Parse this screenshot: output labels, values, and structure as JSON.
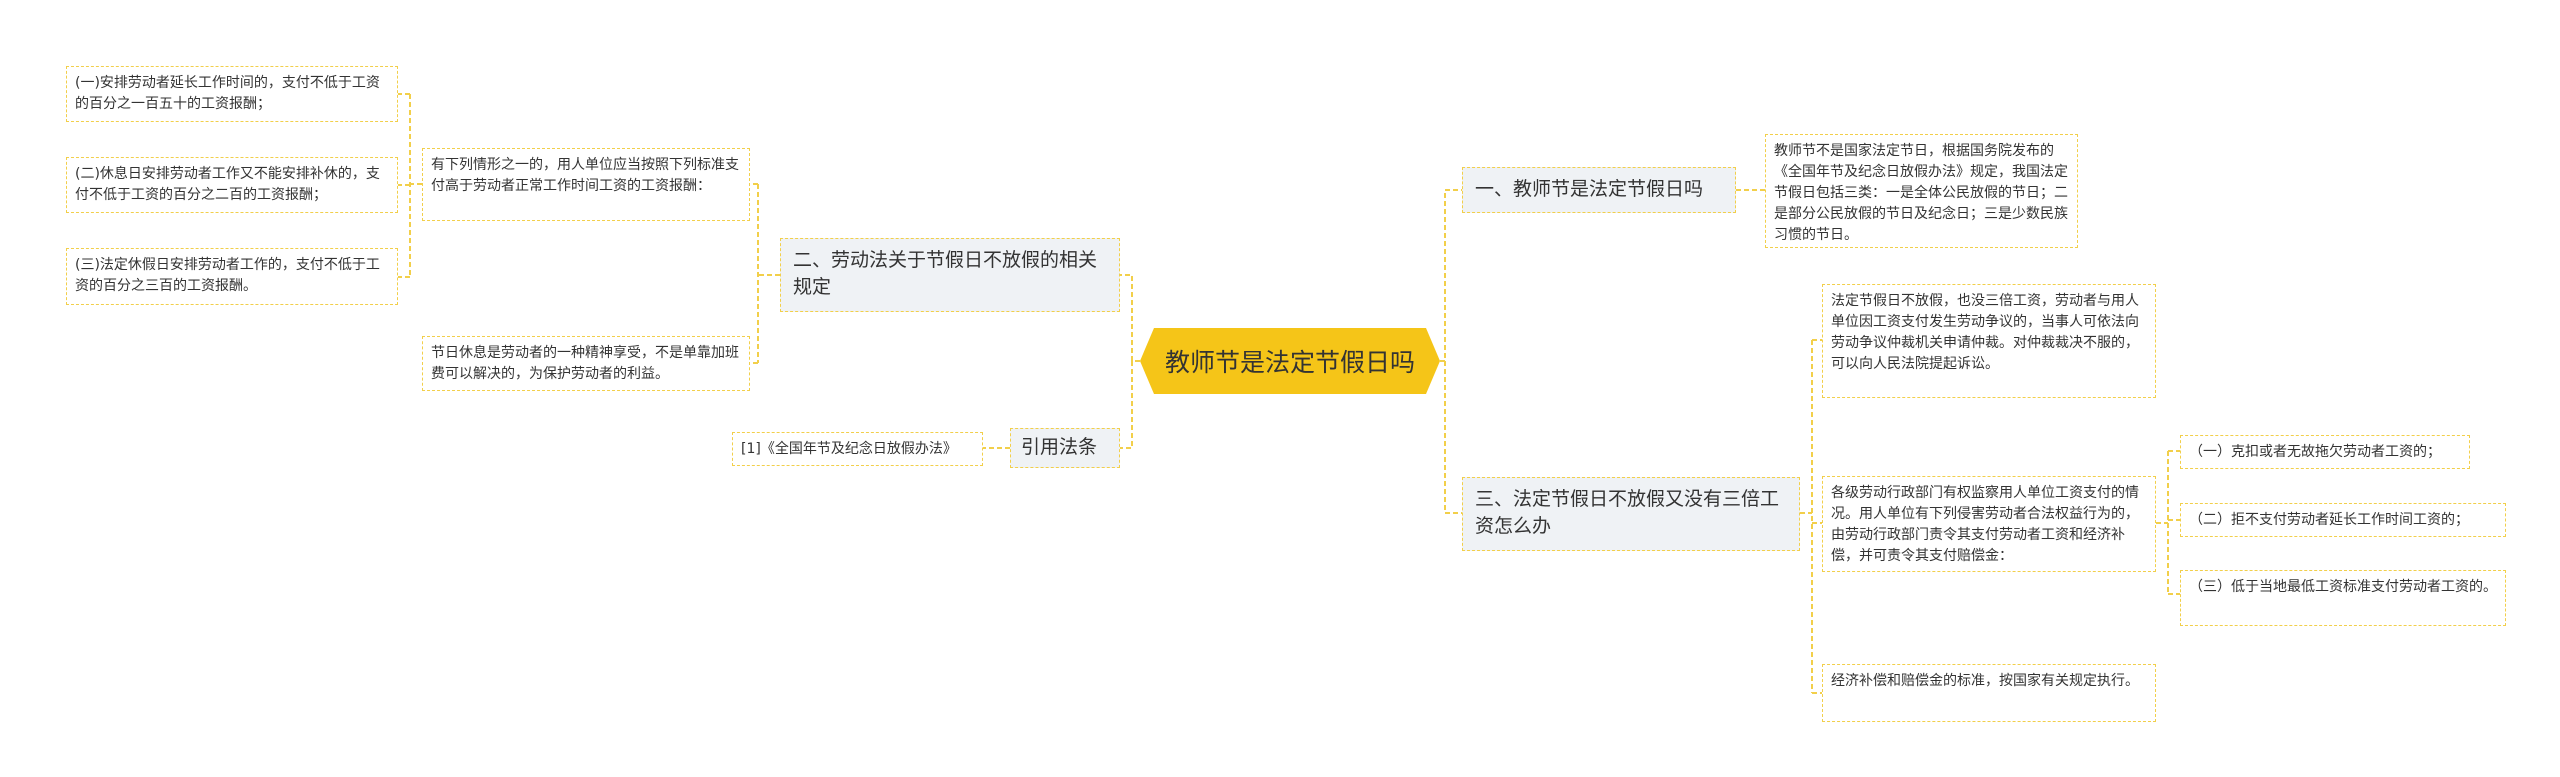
{
  "root": {
    "title": "教师节是法定节假日吗"
  },
  "colors": {
    "accent": "#f5c518",
    "connector": "#f2cf4a",
    "branch_bg": "#eff2f5"
  },
  "branches": {
    "b1": {
      "label": "一、教师节是法定节假日吗",
      "leaf": "教师节不是国家法定节日，根据国务院发布的《全国年节及纪念日放假办法》规定，我国法定节假日包括三类：一是全体公民放假的节日；二是部分公民放假的节日及纪念日；三是少数民族习惯的节日。"
    },
    "b2": {
      "label": "二、劳动法关于节假日不放假的相关规定",
      "intro": "有下列情形之一的，用人单位应当按照下列标准支付高于劳动者正常工作时间工资的工资报酬：",
      "items": [
        "(一)安排劳动者延长工作时间的，支付不低于工资的百分之一百五十的工资报酬；",
        "(二)休息日安排劳动者工作又不能安排补休的，支付不低于工资的百分之二百的工资报酬；",
        "(三)法定休假日安排劳动者工作的，支付不低于工资的百分之三百的工资报酬。"
      ],
      "note": "节日休息是劳动者的一种精神享受，不是单靠加班费可以解决的，为保护劳动者的利益。"
    },
    "b3": {
      "label": "三、法定节假日不放假又没有三倍工资怎么办",
      "leaf1": "法定节假日不放假，也没三倍工资，劳动者与用人单位因工资支付发生劳动争议的，当事人可依法向劳动争议仲裁机关申请仲裁。对仲裁裁决不服的，可以向人民法院提起诉讼。",
      "leaf2": "各级劳动行政部门有权监察用人单位工资支付的情况。用人单位有下列侵害劳动者合法权益行为的，由劳动行政部门责令其支付劳动者工资和经济补偿，并可责令其支付赔偿金：",
      "sub": [
        "（一）克扣或者无故拖欠劳动者工资的；",
        "（二）拒不支付劳动者延长工作时间工资的；",
        "（三）低于当地最低工资标准支付劳动者工资的。"
      ],
      "leaf3": "经济补偿和赔偿金的标准，按国家有关规定执行。"
    },
    "b4": {
      "label": "引用法条",
      "leaf": "[1]《全国年节及纪念日放假办法》"
    }
  }
}
